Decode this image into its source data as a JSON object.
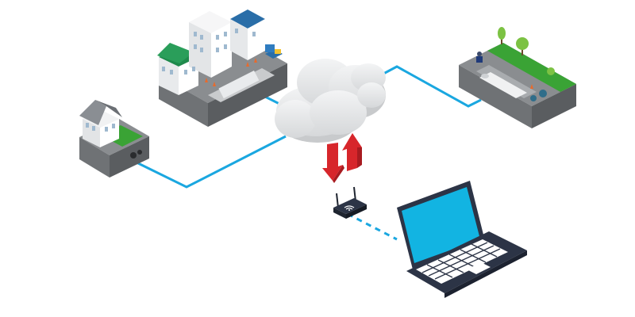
{
  "diagram": {
    "nodes": [
      {
        "id": "house-block",
        "icon": "house-icon"
      },
      {
        "id": "town-block",
        "icon": "buildings-icon"
      },
      {
        "id": "sewer-block",
        "icon": "sewer-pipe-icon"
      },
      {
        "id": "cloud",
        "icon": "cloud-icon"
      },
      {
        "id": "router",
        "icon": "wifi-router-icon"
      },
      {
        "id": "laptop",
        "icon": "laptop-icon"
      }
    ],
    "links": [
      {
        "from": "house-block",
        "to": "cloud",
        "style": "solid"
      },
      {
        "from": "town-block",
        "to": "cloud",
        "style": "solid"
      },
      {
        "from": "sewer-block",
        "to": "cloud",
        "style": "solid"
      },
      {
        "from": "router",
        "to": "laptop",
        "style": "dashed"
      }
    ],
    "arrows": [
      {
        "direction": "down",
        "color": "#d7262b"
      },
      {
        "direction": "up",
        "color": "#d7262b"
      }
    ]
  },
  "colors": {
    "link": "#1aa7e0",
    "arrow": "#d7262b",
    "ground_top": "#8a8d90",
    "ground_side": "#5f6265",
    "grass": "#3aa335",
    "cloud": "#e6e7e8",
    "laptop_body": "#2c3446",
    "laptop_screen": "#12b4e2"
  }
}
